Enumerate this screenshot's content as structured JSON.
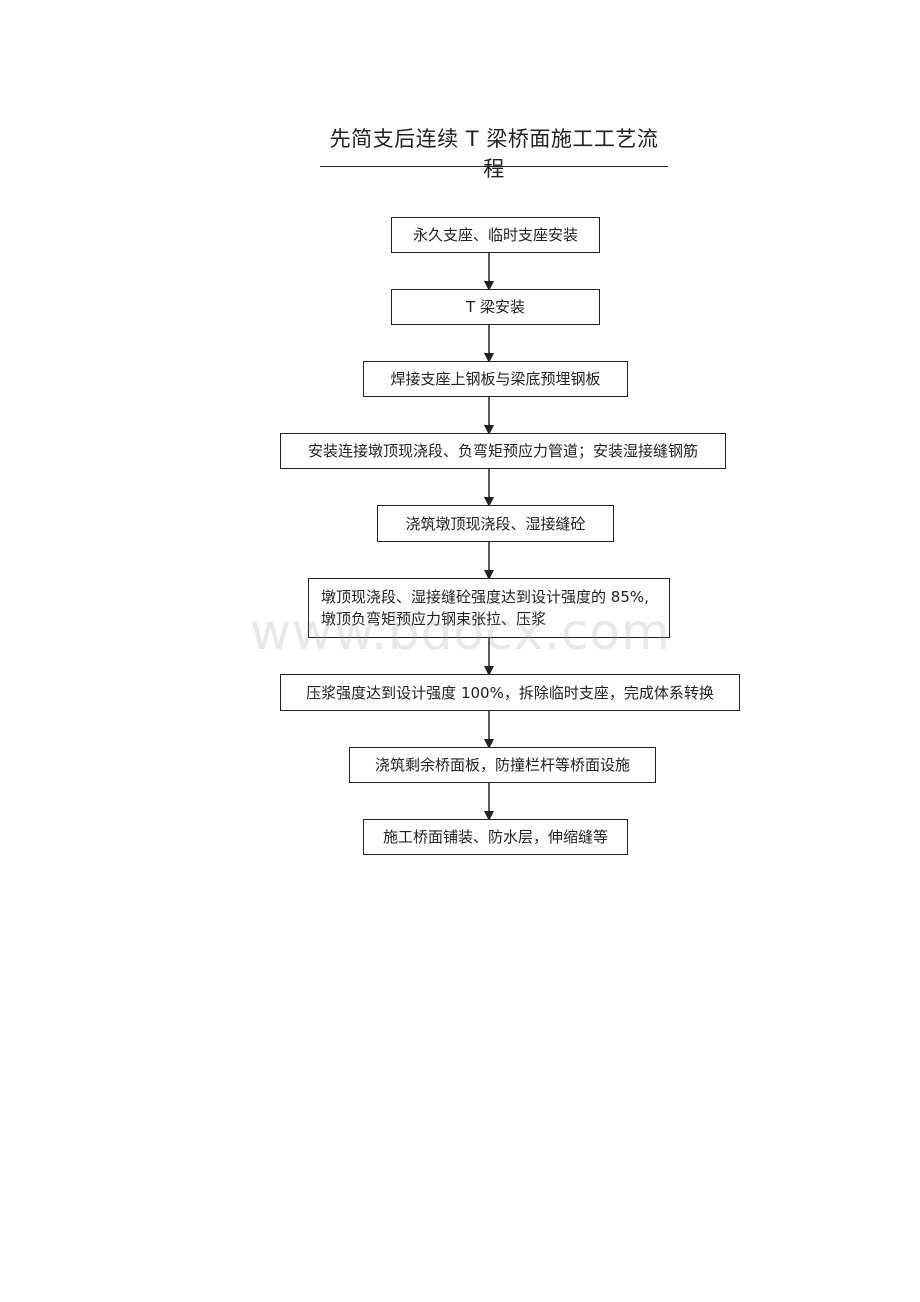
{
  "title": "先简支后连续 T 梁桥面施工工艺流程",
  "watermark": "www.bdocx.com",
  "steps": [
    {
      "text": "永久支座、临时支座安装"
    },
    {
      "text": "T 梁安装"
    },
    {
      "text": "焊接支座上钢板与梁底预埋钢板"
    },
    {
      "text": "安装连接墩顶现浇段、负弯矩预应力管道；安装湿接缝钢筋"
    },
    {
      "text": "浇筑墩顶现浇段、湿接缝砼"
    },
    {
      "lines": [
        "墩顶现浇段、湿接缝砼强度达到设计强度的 85%,",
        "墩顶负弯矩预应力钢束张拉、压浆"
      ]
    },
    {
      "text": "压浆强度达到设计强度 100%，拆除临时支座，完成体系转换"
    },
    {
      "text": "浇筑剩余桥面板，防撞栏杆等桥面设施"
    },
    {
      "text": "施工桥面铺装、防水层，伸缩缝等"
    }
  ]
}
